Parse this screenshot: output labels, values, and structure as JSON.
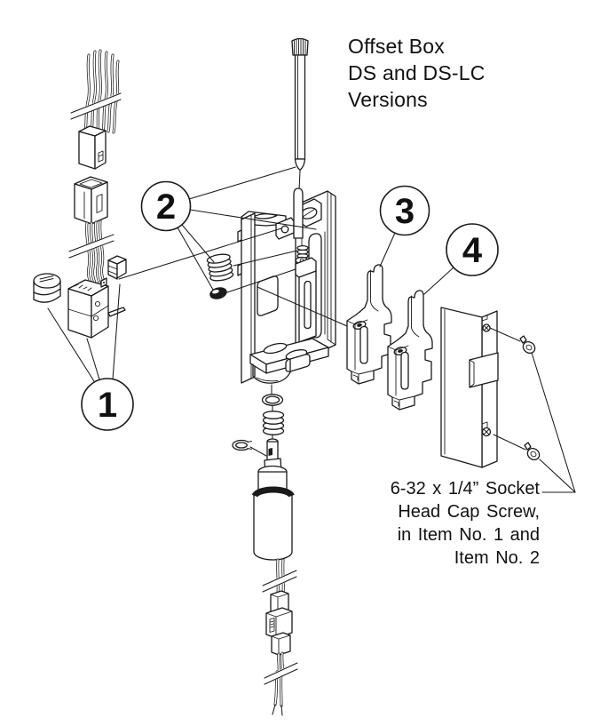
{
  "diagram": {
    "title": {
      "lines": [
        "Offset Box",
        "DS and DS-LC",
        "Versions"
      ]
    },
    "callouts": [
      {
        "number": "1"
      },
      {
        "number": "2"
      },
      {
        "number": "3"
      },
      {
        "number": "4"
      }
    ],
    "note": {
      "lines": [
        "6-32 x 1/4” Socket",
        "Head Cap Screw,",
        "in Item No. 1 and",
        "Item No. 2"
      ]
    },
    "colors": {
      "line": "#1a1a1a",
      "background": "#ffffff"
    }
  }
}
